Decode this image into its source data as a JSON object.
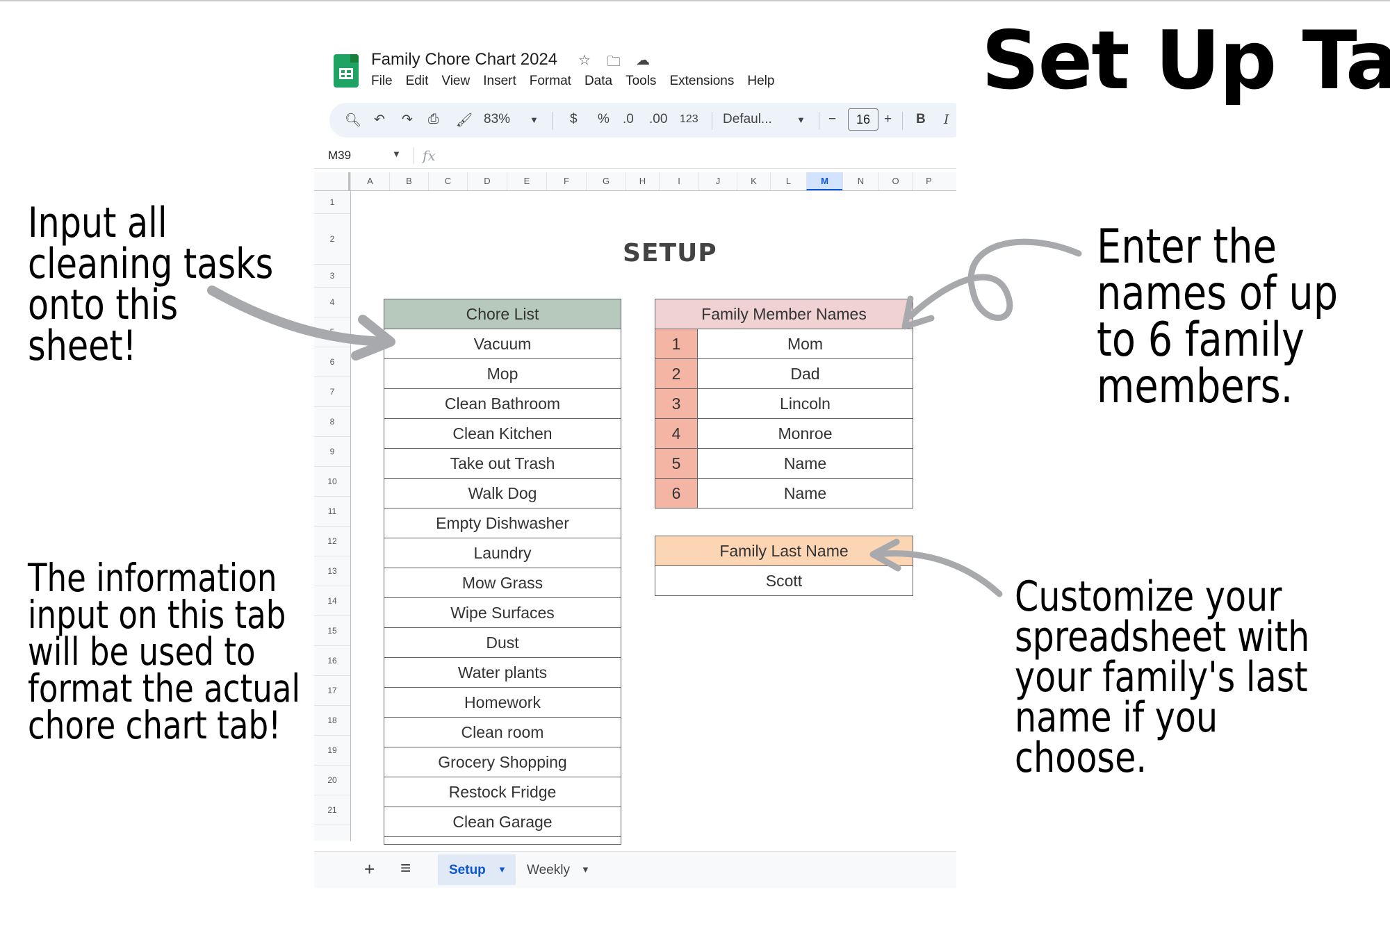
{
  "title": "Set Up Tab",
  "annotations": {
    "left_top": [
      "Input all",
      "cleaning tasks",
      "onto this",
      "sheet!"
    ],
    "left_bottom": [
      "The information",
      "input on this tab",
      "will be used to",
      "format the actual",
      "chore chart tab!"
    ],
    "right_top": [
      "Enter the",
      "names of up",
      "to 6 family",
      "members."
    ],
    "right_bottom": [
      "Customize your",
      "spreadsheet with",
      "your family's last",
      "name if you",
      "choose."
    ]
  },
  "app": {
    "doc_title": "Family Chore Chart 2024",
    "title_icons": [
      "star-icon",
      "move-to-folder-icon",
      "cloud-saved-icon"
    ],
    "menu": [
      "File",
      "Edit",
      "View",
      "Insert",
      "Format",
      "Data",
      "Tools",
      "Extensions",
      "Help"
    ],
    "toolbar": {
      "zoom": "83%",
      "currency": "$",
      "percent": "%",
      "dec_decrease": ".0",
      "dec_increase": ".00",
      "number_format": "123",
      "font": "Defaul...",
      "font_size": "16",
      "bold": "B",
      "italic": "I"
    },
    "name_box": "M39",
    "fx": "fx",
    "columns": [
      "A",
      "B",
      "C",
      "D",
      "E",
      "F",
      "G",
      "H",
      "I",
      "J",
      "K",
      "L",
      "M",
      "N",
      "O",
      "P"
    ],
    "selected_column": "M",
    "rows": [
      "1",
      "2",
      "3",
      "4",
      "5",
      "6",
      "7",
      "8",
      "9",
      "10",
      "11",
      "12",
      "13",
      "14",
      "15",
      "16",
      "17",
      "18",
      "19",
      "20",
      "21"
    ],
    "sheet_tabs": [
      "Setup",
      "Weekly"
    ],
    "active_tab": "Setup"
  },
  "sheet": {
    "heading": "SETUP",
    "chore_list": {
      "header": "Chore List",
      "items": [
        "Vacuum",
        "Mop",
        "Clean Bathroom",
        "Clean Kitchen",
        "Take out Trash",
        "Walk Dog",
        "Empty Dishwasher",
        "Laundry",
        "Mow Grass",
        "Wipe Surfaces",
        "Dust",
        "Water plants",
        "Homework",
        "Clean room",
        "Grocery Shopping",
        "Restock Fridge",
        "Clean Garage"
      ]
    },
    "family_members": {
      "header": "Family Member Names",
      "rows": [
        {
          "num": "1",
          "name": "Mom"
        },
        {
          "num": "2",
          "name": "Dad"
        },
        {
          "num": "3",
          "name": "Lincoln"
        },
        {
          "num": "4",
          "name": "Monroe"
        },
        {
          "num": "5",
          "name": "Name"
        },
        {
          "num": "6",
          "name": "Name"
        }
      ]
    },
    "last_name": {
      "header": "Family Last Name",
      "value": "Scott"
    }
  },
  "colors": {
    "chore_header": "#b7c9bd",
    "family_header": "#f1d2d3",
    "last_name_header": "#fcd5b4",
    "number_cell": "#f4b5a5",
    "sheets_green": "#1ea362",
    "active_blue": "#0b57d0",
    "arrow_gray": "#a7a9ac"
  }
}
